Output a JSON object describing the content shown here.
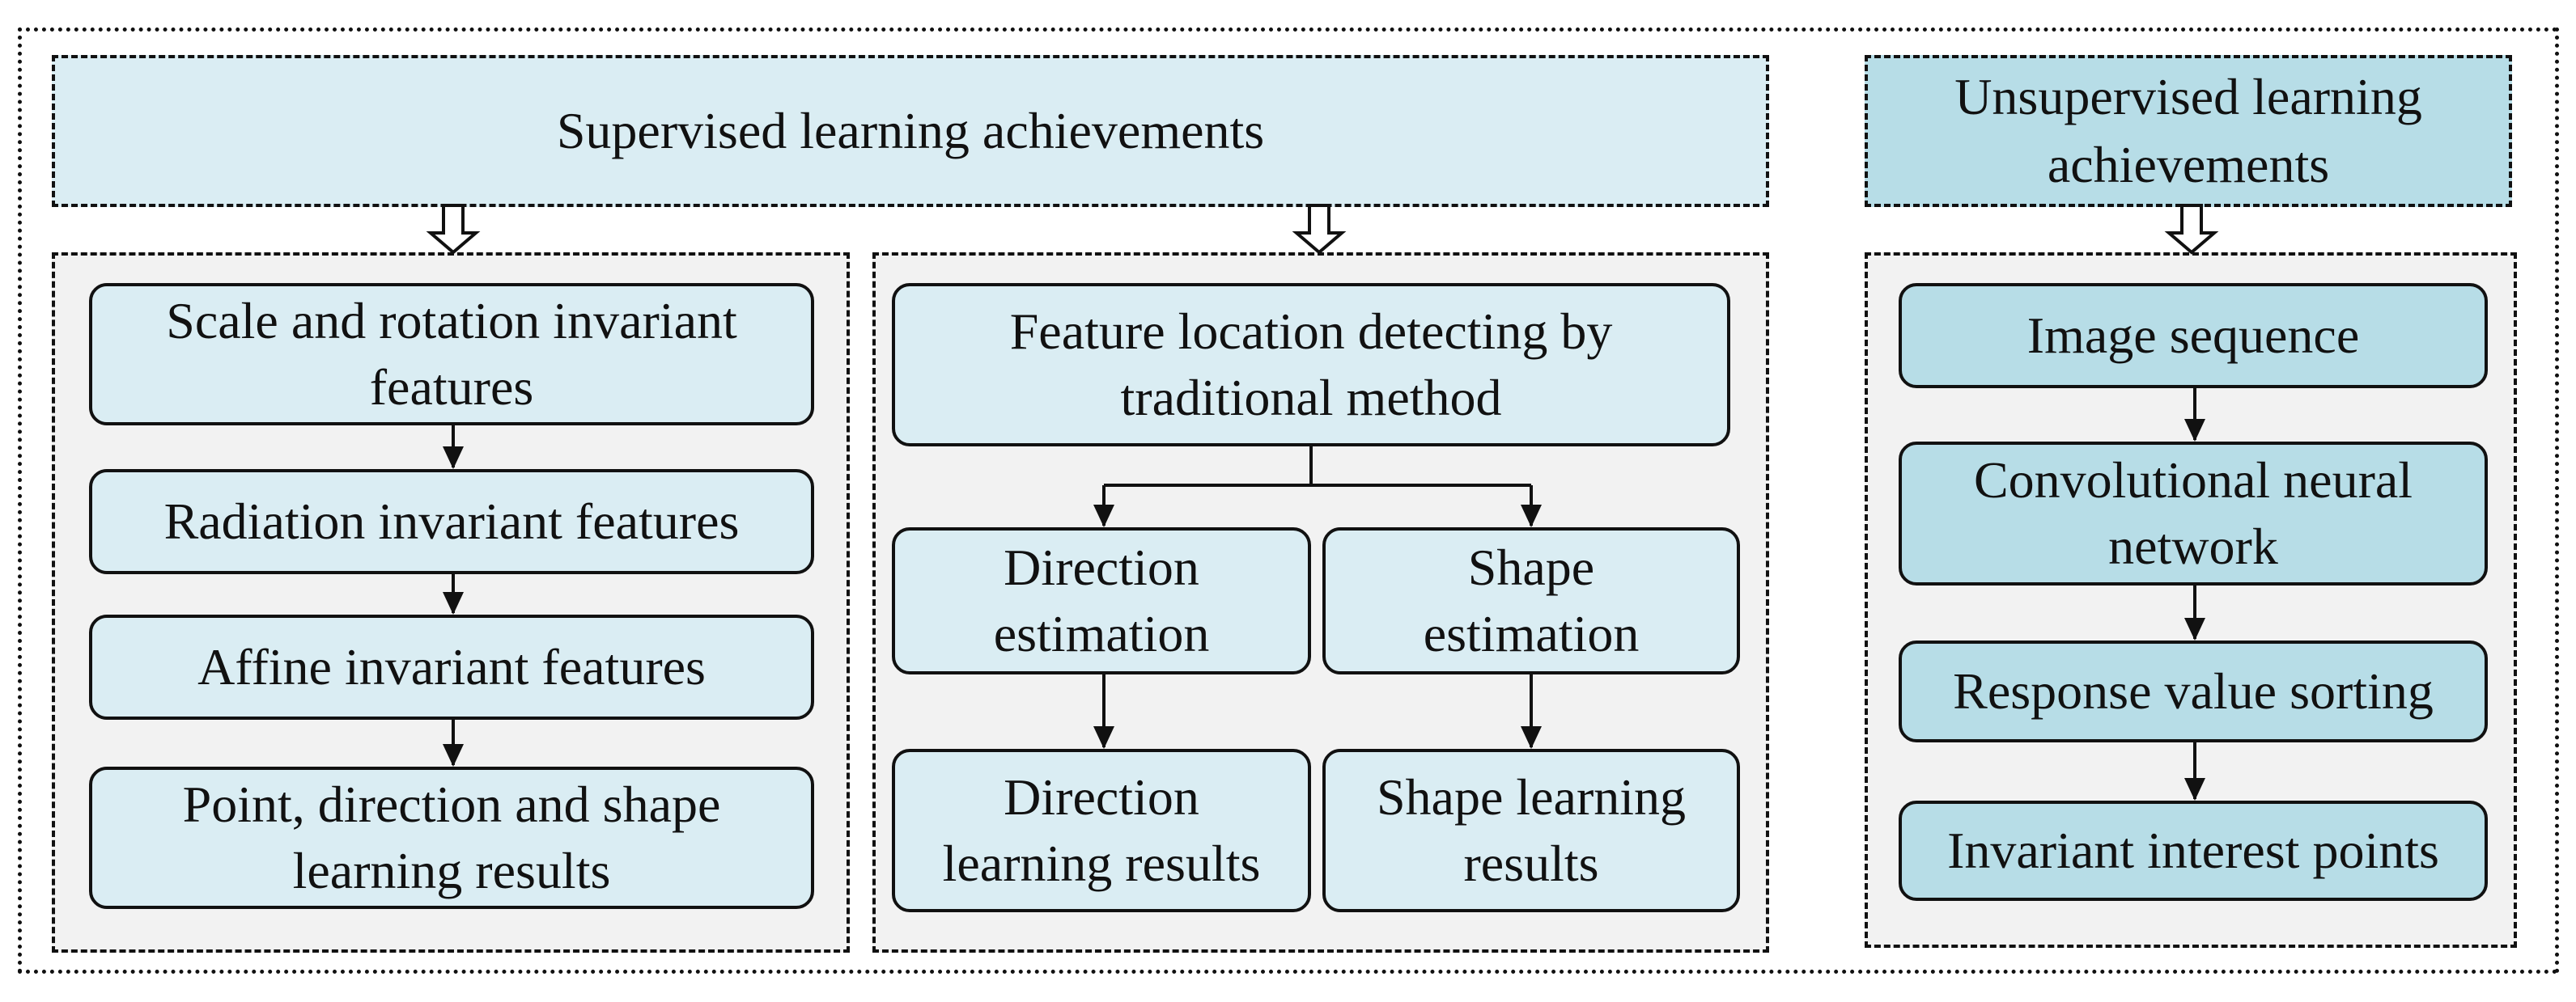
{
  "supervised": {
    "header": "Supervised learning achievements",
    "left_column": [
      "Scale and rotation invariant features",
      "Radiation invariant features",
      "Affine invariant features",
      "Point, direction and shape learning results"
    ],
    "middle": {
      "top": "Feature location detecting by traditional method",
      "direction_estimation": "Direction estimation",
      "shape_estimation": "Shape estimation",
      "direction_results": "Direction learning results",
      "shape_results": "Shape learning results"
    }
  },
  "unsupervised": {
    "header": "Unsupervised learning achievements",
    "steps": [
      "Image sequence",
      "Convolutional neural network",
      "Response value sorting",
      "Invariant interest points"
    ]
  },
  "colors": {
    "light_fill": "#daedf3",
    "dark_fill": "#b7dde7",
    "panel_fill": "#f2f2f2",
    "stroke": "#111111"
  }
}
